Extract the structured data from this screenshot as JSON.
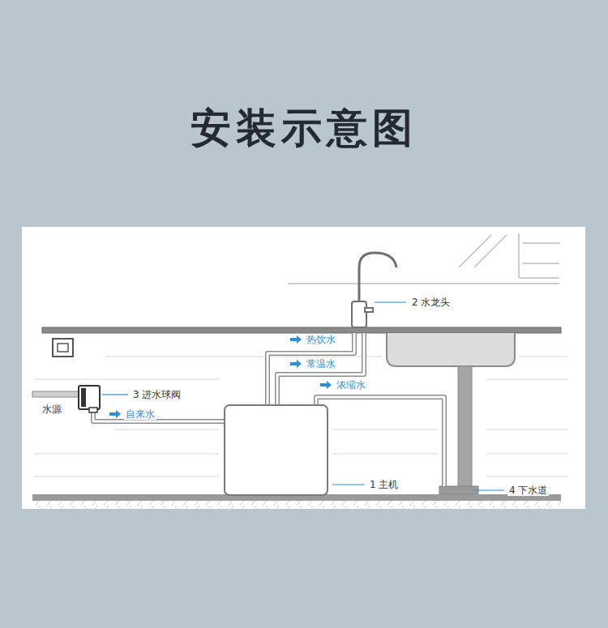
{
  "diagram": {
    "title": "安装示意图",
    "labels": [
      "2 水龙头",
      "热饮水",
      "常温水",
      "浓缩水",
      "3 进水球阀",
      "水源",
      "自来水",
      "1 主机",
      "4 下水道"
    ]
  }
}
